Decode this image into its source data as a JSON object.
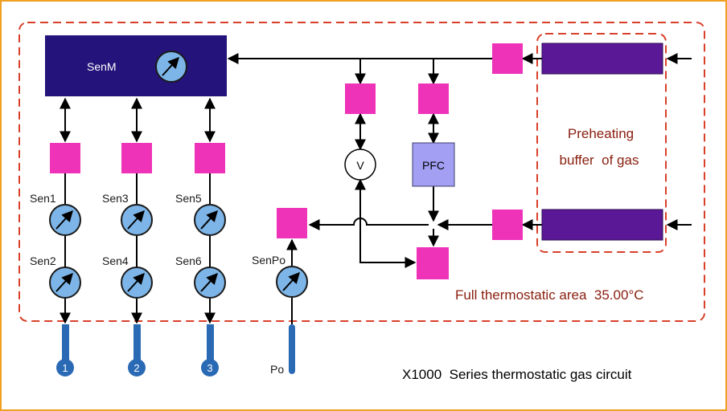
{
  "colors": {
    "frame_border": "#f0a020",
    "zone_dash": "#d8402a",
    "senm_fill": "#23137a",
    "valve_fill": "#ee33b8",
    "heater_fill": "#5b1896",
    "pfc_fill": "#a3a0f4",
    "gauge_fill": "#7db5e8",
    "port_fill": "#2a6ab5",
    "zone_text": "#8a2010"
  },
  "senm": {
    "label": "SenM"
  },
  "sensors": {
    "sen1": "Sen1",
    "sen2": "Sen2",
    "sen3": "Sen3",
    "sen4": "Sen4",
    "sen5": "Sen5",
    "sen6": "Sen6",
    "senpo": "SenPo"
  },
  "ports": {
    "p1": "1",
    "p2": "2",
    "p3": "3",
    "po": "Po"
  },
  "voltmeter": {
    "label": "V"
  },
  "pfc": {
    "label": "PFC"
  },
  "preheat": {
    "line1": "Preheating",
    "line2": "buffer  of gas"
  },
  "zone_label": "Full thermostatic area  35.00°C",
  "title": "X1000  Series thermostatic gas circuit"
}
